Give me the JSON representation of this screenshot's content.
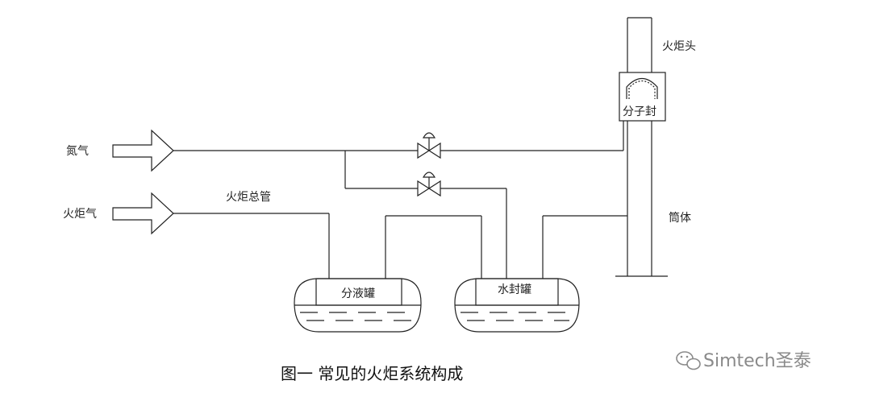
{
  "labels": {
    "nitrogen": "氮气",
    "flare_gas": "火炬气",
    "flare_header": "火炬总管",
    "flare_tip": "火炬头",
    "molecular_seal": "分子封",
    "stack": "筒体",
    "knockout_drum": "分液罐",
    "water_seal_drum": "水封罐"
  },
  "caption": "图一 常见的火炬系统构成",
  "watermark": {
    "text": "Simtech圣泰",
    "icon": "wechat-icon"
  },
  "colors": {
    "line": "#222222",
    "watermark": "#8a8a8a"
  }
}
